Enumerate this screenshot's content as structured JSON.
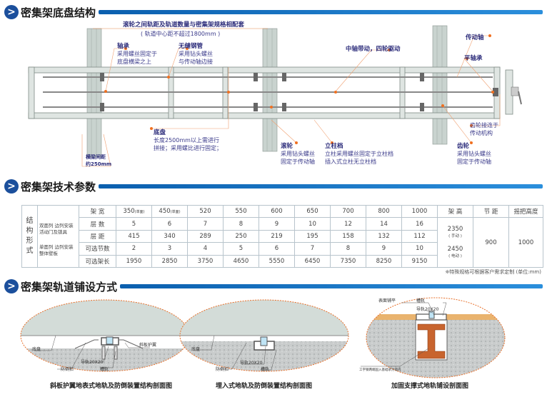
{
  "sections": [
    {
      "title": "密集架底盘结构"
    },
    {
      "title": "密集架技术参数"
    },
    {
      "title": "密集架轨道铺设方式"
    }
  ],
  "chassis": {
    "span_title": "滚轮之间轨距及轨道数量与密集架规格相配套",
    "span_note": "( 轨道中心距不超过1800mm )",
    "labels": [
      {
        "title": "轴承",
        "desc": [
          "采用螺丝固定于",
          "底盘横梁之上"
        ]
      },
      {
        "title": "无缝钢管",
        "desc": [
          "采用钻头螺丝",
          "与传动轴边接"
        ]
      },
      {
        "title": "中轴带动，四轮驱动",
        "desc": []
      },
      {
        "title": "传动轴",
        "desc": []
      },
      {
        "title": "平轴承",
        "desc": []
      },
      {
        "title": "",
        "desc": [
          "齿轮接连于",
          "传动机构"
        ]
      },
      {
        "title": "底盘",
        "desc": [
          "长度2500mm以上需进行",
          "拼接；采用螺比进行固定；"
        ]
      },
      {
        "title": "横梁间距",
        "desc": [
          "约250mm"
        ]
      },
      {
        "title": "滚轮",
        "desc": [
          "采用钻头螺丝",
          "固定于传动轴"
        ]
      },
      {
        "title": "立柱档",
        "desc": [
          "立柱采用螺丝固定于立柱档",
          "插入式立柱无立柱档"
        ]
      },
      {
        "title": "齿轮",
        "desc": [
          "采用钻头螺丝",
          "固定于传动轴"
        ]
      }
    ]
  },
  "specs": {
    "structure_label": "结构形式",
    "structure_desc": [
      "双面列 边列安装活动门及锁具",
      "单面列 边列安装整体壁板"
    ],
    "row_labels": [
      "架 宽",
      "层 数",
      "层 距",
      "可选节数",
      "可选架长"
    ],
    "widths": [
      "350",
      "450",
      "520",
      "550",
      "600",
      "650",
      "700",
      "800",
      "1000"
    ],
    "width_suffix": "(单面)",
    "layers": [
      "5",
      "6",
      "7",
      "8",
      "9",
      "10",
      "12",
      "14",
      "16"
    ],
    "spacing": [
      "415",
      "340",
      "289",
      "250",
      "219",
      "195",
      "158",
      "132",
      "112"
    ],
    "sections": [
      "2",
      "3",
      "4",
      "5",
      "6",
      "7",
      "8",
      "9",
      "10"
    ],
    "lengths": [
      "1950",
      "2850",
      "3750",
      "4650",
      "5550",
      "6450",
      "7350",
      "8250",
      "9150"
    ],
    "height_header": "架 高",
    "height_manual": "2350",
    "manual_label": "( 手动 )",
    "height_electric": "2450",
    "electric_label": "( 电动 )",
    "pitch_header": "节 距",
    "pitch": "900",
    "crank_header": "摇把高度",
    "crank": "1000",
    "note": "※特殊规格可根据客户需求定制 (单位:mm)"
  },
  "rails": [
    {
      "caption": "斜板护翼地表式地轨及防倒装置结构剖面图",
      "labels": [
        "底盘",
        "防倒扣",
        "导轨20X20",
        "槽轨",
        "斜板护翼"
      ]
    },
    {
      "caption": "埋入式地轨及防倒装置结构剖面图",
      "labels": [
        "底盘",
        "防倒扣",
        "导轨20X20",
        "槽轨"
      ]
    },
    {
      "caption": "加固支撑式地轨铺设剖面图",
      "labels": [
        "表面铺平",
        "槽轨",
        "导轨20X20",
        "工字钢两端固入基础承力墙内"
      ]
    }
  ]
}
